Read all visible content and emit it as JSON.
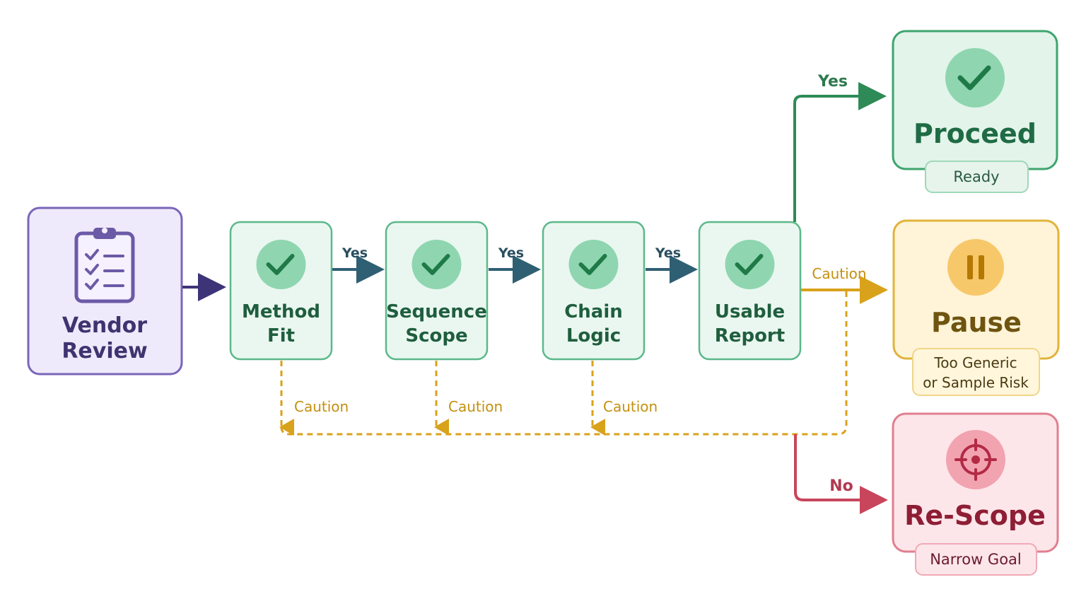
{
  "start": {
    "line1": "Vendor",
    "line2": "Review",
    "icon": "clipboard-checklist-icon"
  },
  "checks": [
    {
      "line1": "Method",
      "line2": "Fit",
      "icon": "check-icon"
    },
    {
      "line1": "Sequence",
      "line2": "Scope",
      "icon": "check-icon"
    },
    {
      "line1": "Chain",
      "line2": "Logic",
      "icon": "check-icon"
    },
    {
      "line1": "Usable",
      "line2": "Report",
      "icon": "check-icon"
    }
  ],
  "edges": {
    "yes": "Yes",
    "caution": "Caution",
    "no": "No"
  },
  "outcomes": {
    "proceed": {
      "title": "Proceed",
      "tag": "Ready",
      "icon": "check-icon"
    },
    "pause": {
      "title": "Pause",
      "tag_line1": "Too Generic",
      "tag_line2": "or Sample Risk",
      "icon": "pause-icon"
    },
    "rescope": {
      "title": "Re-Scope",
      "tag": "Narrow Goal",
      "icon": "crosshair-target-icon"
    }
  },
  "colors": {
    "purple": "#6b5aa6",
    "green": "#2e8b57",
    "blue": "#2f5f73",
    "gold": "#d9a21b",
    "red": "#c8455b"
  }
}
